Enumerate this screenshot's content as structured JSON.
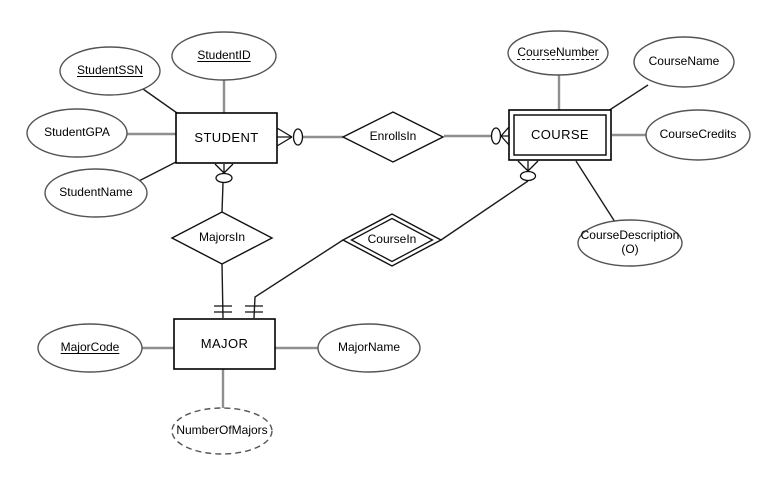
{
  "background": "#ffffff",
  "colors": {
    "entity_stroke": "#000000",
    "attribute_stroke": "#545454",
    "relationship_stroke": "#111111",
    "connector_gray": "#8f8f8f",
    "connector_black": "#1c1c1c",
    "text": "#000000"
  },
  "entities": {
    "student": {
      "label": "STUDENT",
      "kind": "strong"
    },
    "course": {
      "label": "COURSE",
      "kind": "weak"
    },
    "major": {
      "label": "MAJOR",
      "kind": "strong"
    }
  },
  "relationships": {
    "enrollsin": {
      "label": "EnrollsIn",
      "kind": "regular"
    },
    "majorsin": {
      "label": "MajorsIn",
      "kind": "regular"
    },
    "coursein": {
      "label": "CourseIn",
      "kind": "identifying"
    }
  },
  "attributes": {
    "student_ssn": {
      "label": "StudentSSN",
      "kind": "key"
    },
    "student_id": {
      "label": "StudentID",
      "kind": "key"
    },
    "student_gpa": {
      "label": "StudentGPA",
      "kind": "simple"
    },
    "student_name": {
      "label": "StudentName",
      "kind": "simple"
    },
    "course_number": {
      "label": "CourseNumber",
      "kind": "partial-key"
    },
    "course_name": {
      "label": "CourseName",
      "kind": "simple"
    },
    "course_credits": {
      "label": "CourseCredits",
      "kind": "simple"
    },
    "course_description": {
      "label": "CourseDescription",
      "suffix": "(O)",
      "kind": "optional"
    },
    "major_code": {
      "label": "MajorCode",
      "kind": "key"
    },
    "major_name": {
      "label": "MajorName",
      "kind": "simple"
    },
    "number_of_majors": {
      "label": "NumberOfMajors",
      "kind": "derived"
    }
  }
}
